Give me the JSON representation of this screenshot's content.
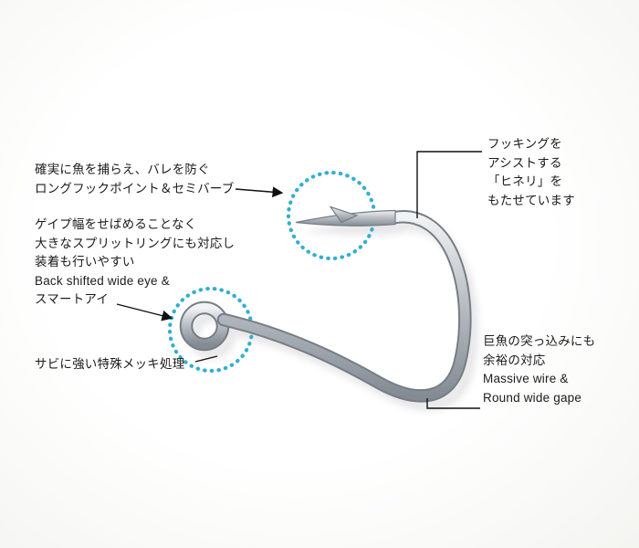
{
  "colors": {
    "accent": "#18a4c8",
    "text": "#1b1b1b",
    "hook_light": "#f1f3f4",
    "hook_mid": "#bcc1c7",
    "hook_dark": "#848b93",
    "hook_edge": "#767d85"
  },
  "annotations": {
    "point": {
      "lines": [
        "確実に魚を捕らえ、バレを防ぐ",
        "ロングフックポイント＆セミバーブ"
      ]
    },
    "eye": {
      "lines": [
        "ゲイプ幅をせばめることなく",
        "大きなスプリットリングにも対応し",
        "装着も行いやすい",
        "Back shifted wide eye &",
        "スマートアイ"
      ]
    },
    "plating": {
      "lines": [
        "サビに強い特殊メッキ処理"
      ]
    },
    "twist": {
      "lines": [
        "フッキングを",
        "アシストする",
        "「ヒネリ」を",
        "もたせています"
      ]
    },
    "wire": {
      "lines": [
        "巨魚の突っ込みにも",
        "余裕の対応",
        "Massive wire &",
        "Round wide gape"
      ]
    }
  }
}
